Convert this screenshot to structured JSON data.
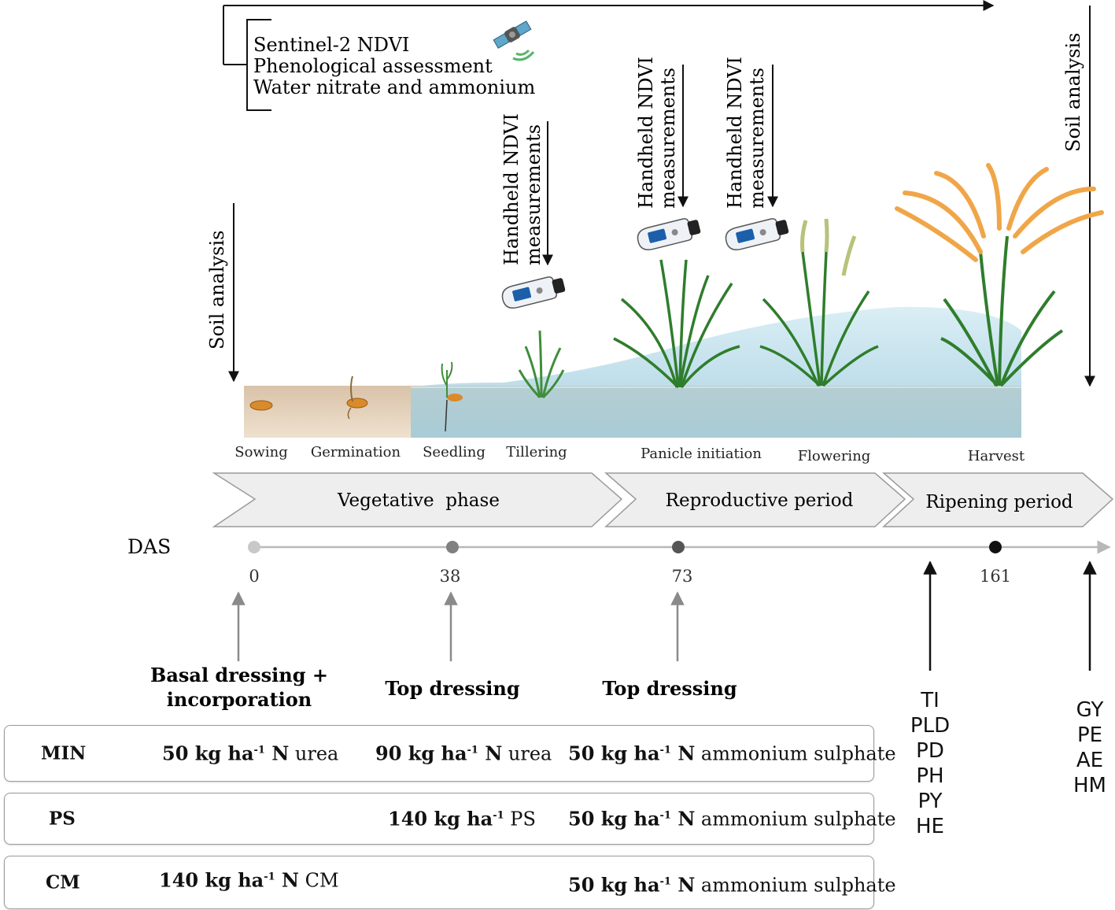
{
  "monitoring": {
    "lines": [
      "Sentinel-2 NDVI",
      "Phenological assessment",
      "Water nitrate and ammonium"
    ],
    "satellite": "satellite-icon"
  },
  "soil_analysis": {
    "start": "Soil analysis",
    "end": "Soil analysis"
  },
  "handheld": [
    {
      "line1": "Handheld NDVI",
      "line2": "measurements"
    },
    {
      "line1": "Handheld NDVI",
      "line2": "measurements"
    },
    {
      "line1": "Handheld NDVI",
      "line2": "measurements"
    }
  ],
  "stages": [
    "Sowing",
    "Germination",
    "Seedling",
    "Tillering",
    "Panicle initiation",
    "Flowering",
    "Harvest"
  ],
  "phases": [
    "Vegetative  phase",
    "Reproductive period",
    "Ripening period"
  ],
  "timeline": {
    "label": "DAS",
    "points": [
      "0",
      "38",
      "73",
      "161"
    ],
    "colors": [
      "#c8c8c8",
      "#808080",
      "#555555",
      "#111111"
    ]
  },
  "dressings": {
    "basal_line1": "Basal dressing +",
    "basal_line2": "incorporation",
    "top1": "Top dressing",
    "top2": "Top dressing"
  },
  "treatments": [
    {
      "label": "MIN",
      "basal": {
        "num": "50 kg ha",
        "sup": "-1",
        "n": " N",
        "rest": " urea"
      },
      "top1": {
        "num": "90 kg ha",
        "sup": "-1",
        "n": " N",
        "rest": " urea"
      },
      "top2": {
        "num": "50 kg ha",
        "sup": "-1",
        "n": " N",
        "rest": " ammonium sulphate"
      }
    },
    {
      "label": "PS",
      "top1": {
        "num": "140 kg ha",
        "sup": "-1",
        "n": "",
        "rest": " PS"
      },
      "top2": {
        "num": "50 kg ha",
        "sup": "-1",
        "n": " N",
        "rest": " ammonium sulphate"
      }
    },
    {
      "label": "CM",
      "basal": {
        "num": "140 kg ha",
        "sup": "-1",
        "n": " N",
        "rest": " CM"
      },
      "top2": {
        "num": "50 kg ha",
        "sup": "-1",
        "n": " N",
        "rest": " ammonium sulphate"
      }
    }
  ],
  "variables_flowering": [
    "TI",
    "PLD",
    "PD",
    "PH",
    "PY",
    "HE"
  ],
  "variables_harvest": [
    "GY",
    "PE",
    "AE",
    "HM"
  ],
  "colors": {
    "water": "#9fcfe0",
    "soil": "#e8d5c0",
    "leaf": "#3f8e3a",
    "panicle_ripe": "#f0a648",
    "phase_fill": "#eeeeee",
    "arrow_grey": "#8a8a8a"
  }
}
